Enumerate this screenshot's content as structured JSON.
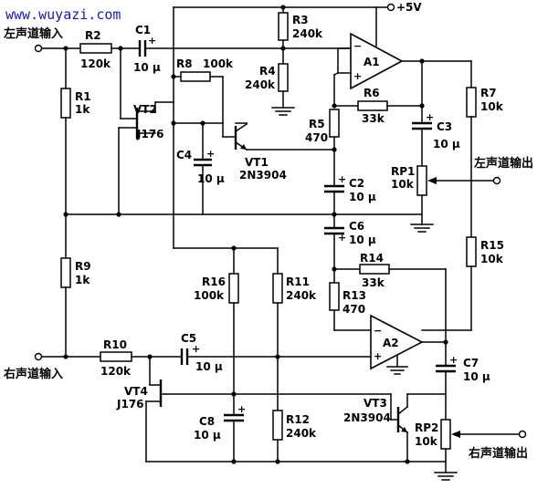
{
  "watermark": "www.wuyazi.com",
  "supply": "+5V",
  "io": {
    "left_in": "左声道输入",
    "right_in": "右声道输入",
    "left_out": "左声道输出",
    "right_out": "右声道输出"
  },
  "opamps": {
    "a1": "A1",
    "a2": "A2"
  },
  "components": {
    "R1": {
      "ref": "R1",
      "value": "1k"
    },
    "R2": {
      "ref": "R2",
      "value": "120k"
    },
    "R3": {
      "ref": "R3",
      "value": "240k"
    },
    "R4": {
      "ref": "R4",
      "value": "240k"
    },
    "R5": {
      "ref": "R5",
      "value": "470"
    },
    "R6": {
      "ref": "R6",
      "value": "33k"
    },
    "R7": {
      "ref": "R7",
      "value": "10k"
    },
    "R8": {
      "ref": "R8",
      "value": "100k"
    },
    "R9": {
      "ref": "R9",
      "value": "1k"
    },
    "R10": {
      "ref": "R10",
      "value": "120k"
    },
    "R11": {
      "ref": "R11",
      "value": "240k"
    },
    "R12": {
      "ref": "R12",
      "value": "240k"
    },
    "R13": {
      "ref": "R13",
      "value": "470"
    },
    "R14": {
      "ref": "R14",
      "value": "33k"
    },
    "R15": {
      "ref": "R15",
      "value": "10k"
    },
    "R16": {
      "ref": "R16",
      "value": "100k"
    },
    "RP1": {
      "ref": "RP1",
      "value": "10k"
    },
    "RP2": {
      "ref": "RP2",
      "value": "10k"
    },
    "C1": {
      "ref": "C1",
      "value": "10 μ"
    },
    "C2": {
      "ref": "C2",
      "value": "10 μ"
    },
    "C3": {
      "ref": "C3",
      "value": "10 μ"
    },
    "C4": {
      "ref": "C4",
      "value": "10 μ"
    },
    "C5": {
      "ref": "C5",
      "value": "10 μ"
    },
    "C6": {
      "ref": "C6",
      "value": "10 μ"
    },
    "C7": {
      "ref": "C7",
      "value": "10 μ"
    },
    "C8": {
      "ref": "C8",
      "value": "10 μ"
    },
    "VT1": {
      "ref": "VT1",
      "value": "2N3904"
    },
    "VT2": {
      "ref": "VT2",
      "value": "J176"
    },
    "VT3": {
      "ref": "VT3",
      "value": "2N3904"
    },
    "VT4": {
      "ref": "VT4",
      "value": "J176"
    }
  }
}
